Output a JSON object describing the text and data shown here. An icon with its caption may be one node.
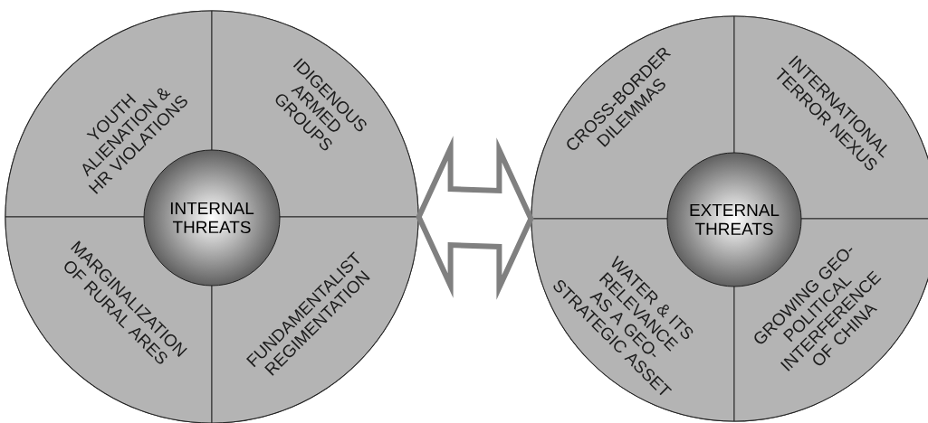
{
  "diagram": {
    "nodes": [
      {
        "text": [],
        "shape": "circle"
      },
      {
        "text": [
          "INTERNAL THREATS"
        ],
        "in": 0
      },
      {
        "text": [
          "YOUTH ALIENATION & HR VIOLATIONS"
        ],
        "in": 0
      },
      {
        "text": [
          "IDIGENOUS ARMED GROUPS"
        ],
        "in": 0
      },
      {
        "text": [
          "MARGINALIZATION OF RURAL ARES"
        ],
        "in": 0
      },
      {
        "text": [
          "FUNDAMENTALIST REGIMENTATION"
        ],
        "in": 0
      },
      {
        "text": [],
        "shape": "circle"
      },
      {
        "text": [
          "EXTERNAL THREATS"
        ],
        "in": 6
      },
      {
        "text": [
          "CROSS-BORDER DILEMMAS"
        ],
        "in": 6
      },
      {
        "text": [
          "INTERNATIONAL TERROR NEXUS"
        ],
        "in": 6
      },
      {
        "text": [
          "WATER & ITS RELEVANCE AS A GEO-STRATEGIC ASSET"
        ],
        "in": 6
      },
      {
        "text": [
          "GROWING GEO-POLITICAL INTERFERENCE OF CHINA"
        ],
        "in": 6
      }
    ],
    "edges": [
      {
        "from": 0,
        "to": 6,
        "arrow": "both"
      }
    ]
  }
}
